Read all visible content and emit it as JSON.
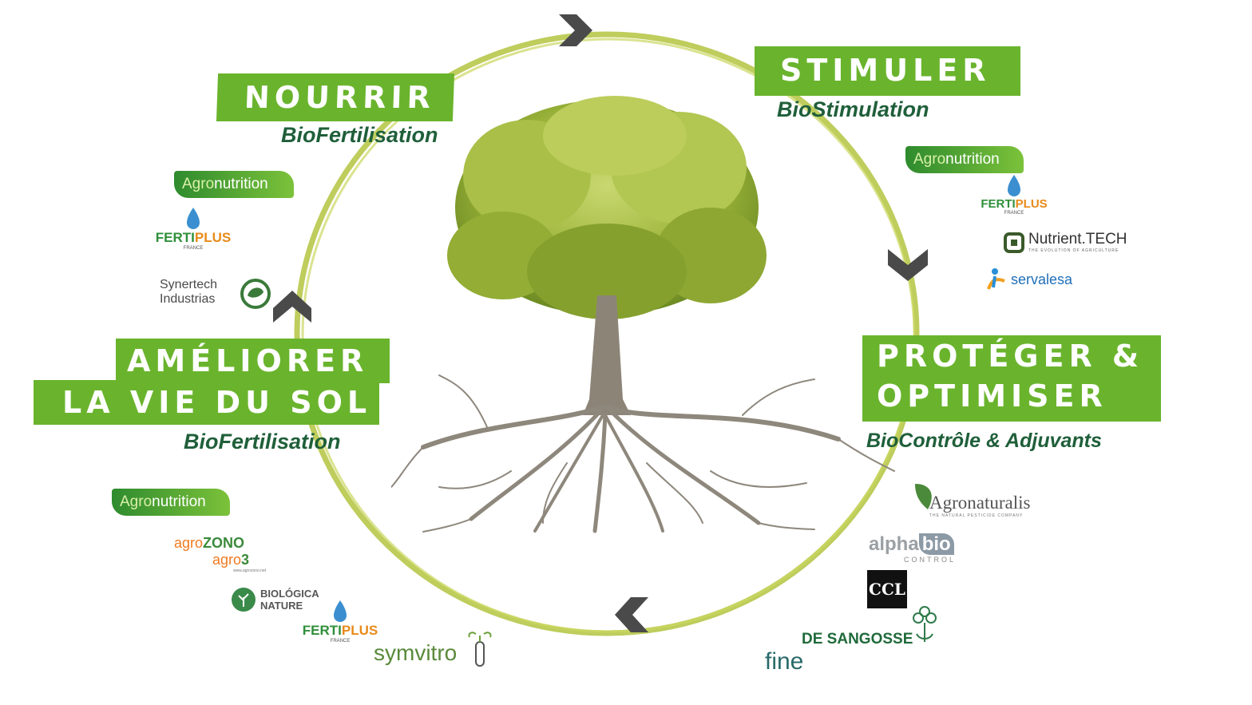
{
  "sections": {
    "nourrir": {
      "title": "NOURRIR",
      "subtitle": "BioFertilisation"
    },
    "stimuler": {
      "title": "STIMULER",
      "subtitle": "BioStimulation"
    },
    "proteger": {
      "title_line1": "PROTÉGER &",
      "title_line2": "OPTIMISER",
      "subtitle": "BioContrôle & Adjuvants"
    },
    "ameliorer": {
      "title_line1": "AMÉLIORER",
      "title_line2": "LA VIE DU SOL",
      "subtitle": "BioFertilisation"
    }
  },
  "logos": {
    "agronutrition": {
      "agro": "Agro",
      "nutrition": "nutrition"
    },
    "fertiplus": {
      "ferti": "FERTI",
      "plus": "PLUS",
      "country": "FRANCE"
    },
    "synertech": {
      "line1": "Synertech",
      "line2": "Industrias"
    },
    "nutrienttech": {
      "name": "Nutrient.TECH",
      "tagline": "THE EVOLUTION OF AGRICULTURE"
    },
    "servalesa": {
      "name": "servalesa"
    },
    "agronaturalis": {
      "name": "Agronaturalis",
      "tagline": "THE NATURAL PESTICIDE COMPANY"
    },
    "alphabio": {
      "alpha": "alpha",
      "bio": "bio",
      "control": "CONTROL"
    },
    "ccl": {
      "name": "CCL"
    },
    "desangosse": {
      "name": "DE SANGOSSE"
    },
    "fine": {
      "name": "fine"
    },
    "agrozono": {
      "agro1": "agro",
      "zono": "ZONO",
      "agro2": "agro",
      "three": "3",
      "url": "www.agrozono.net"
    },
    "biologica": {
      "line1": "BIOLÓGICA",
      "line2": "NATURE"
    },
    "symvitro": {
      "name": "symvitro"
    }
  },
  "colors": {
    "banner_green": "#6ab42d",
    "subtitle_green": "#1f5f3a",
    "circle": "#b7c84a",
    "arrow": "#4a4a4a"
  },
  "icons": {
    "cycle_arrows": "chevron-icon",
    "center": "tree-with-roots-illustration"
  }
}
